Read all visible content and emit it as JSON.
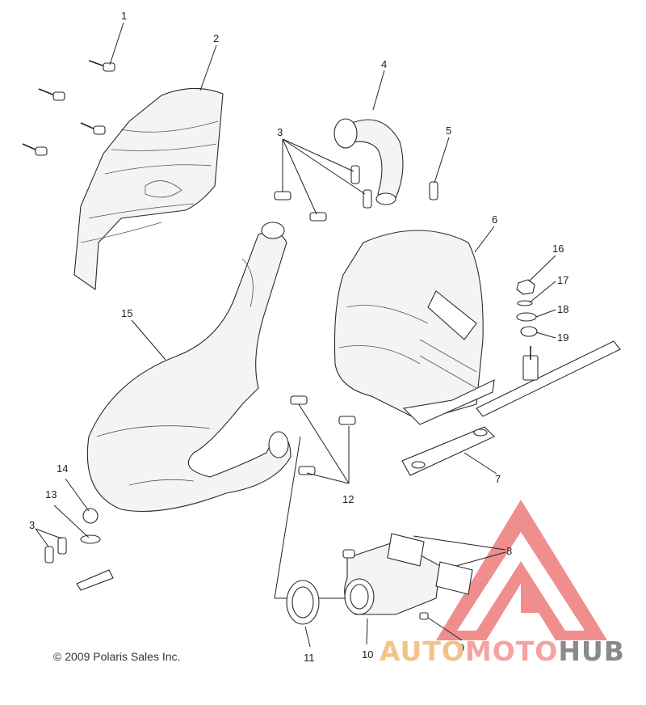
{
  "diagram": {
    "callouts": [
      "1",
      "2",
      "3",
      "4",
      "5",
      "6",
      "7",
      "8",
      "9",
      "10",
      "11",
      "12",
      "13",
      "14",
      "15",
      "16",
      "17",
      "18",
      "19"
    ],
    "copyright": "© 2009 Polaris Sales Inc."
  },
  "watermark": {
    "part1": "AUTO",
    "part2": "MOTO",
    "part3": "HUB",
    "colors": {
      "auto": "#f2c48a",
      "moto": "#f3a3a3",
      "hub": "#8a8a8a",
      "triangle": "#ee7b7b"
    }
  }
}
